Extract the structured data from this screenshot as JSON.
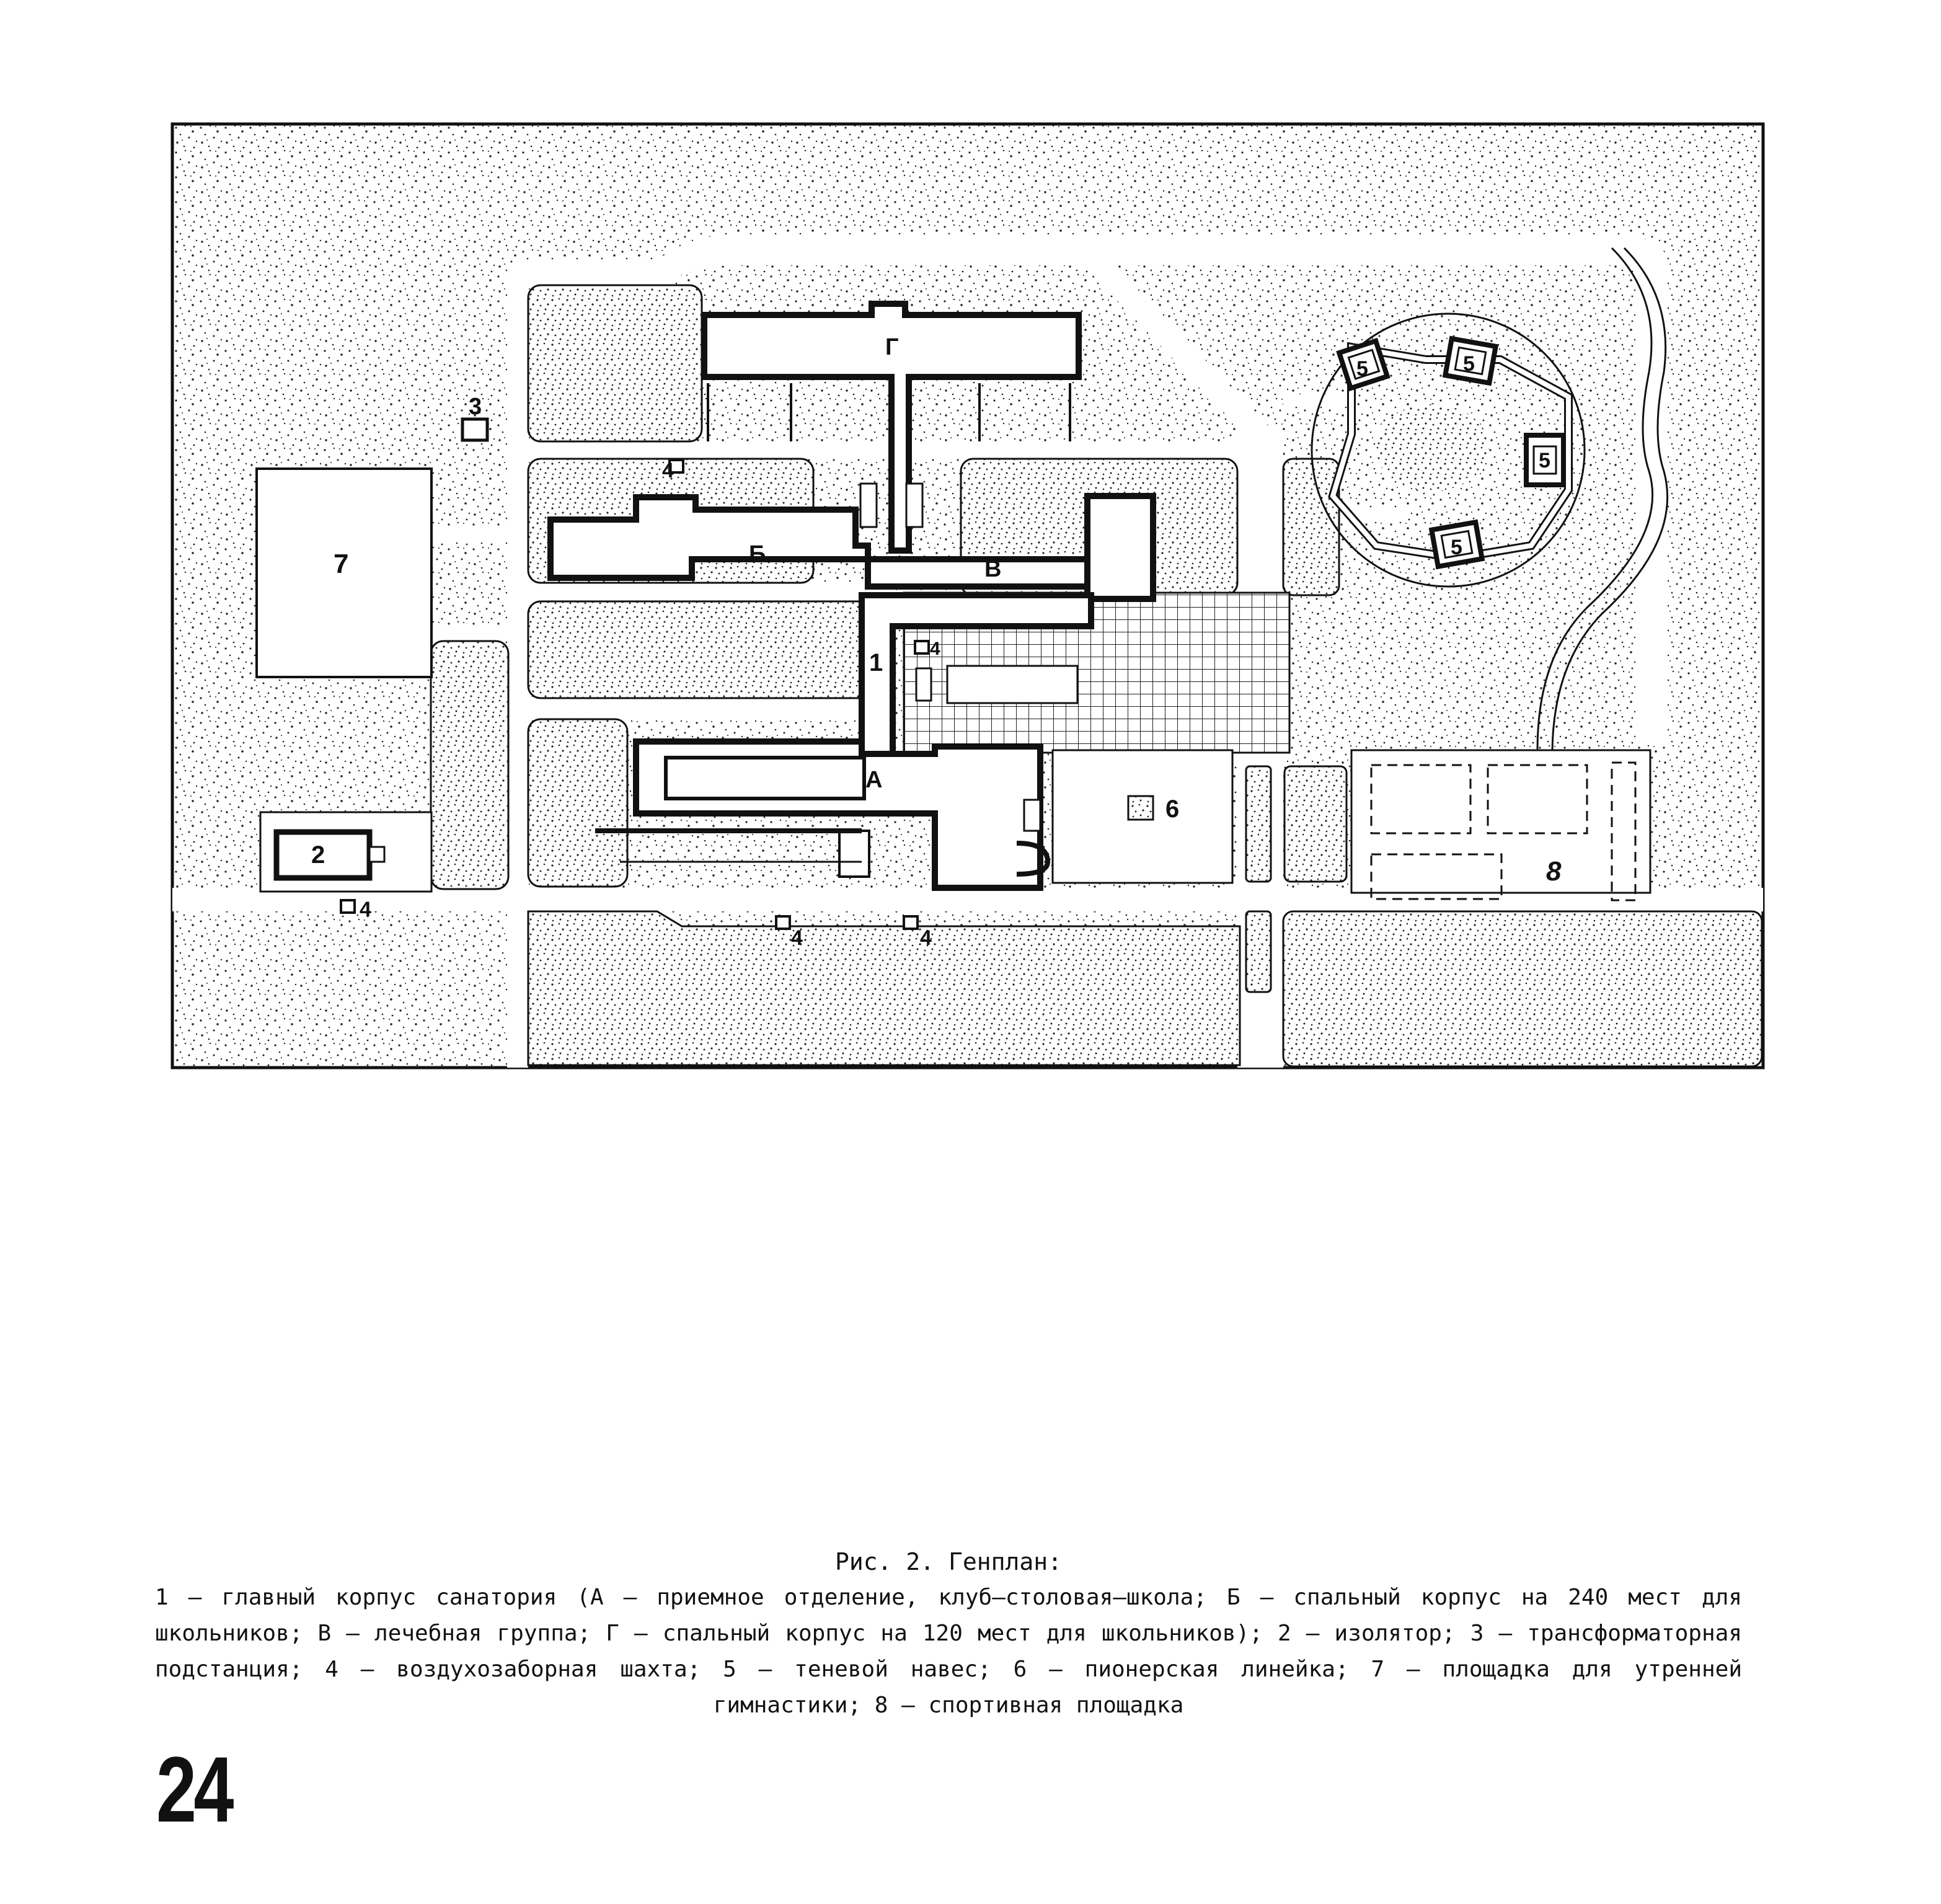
{
  "figure": {
    "labels": {
      "building_g": "Г",
      "building_b": "Б",
      "building_v": "В",
      "building_a": "А",
      "main_building": "1",
      "isolator": "2",
      "substation": "3",
      "shaft": "4",
      "canopy": "5",
      "pioneer_line": "6",
      "gym_ground": "7",
      "sports_ground": "8"
    }
  },
  "caption": {
    "title": "Рис. 2. Генплан:",
    "body": "1 – главный корпус санатория (А – приемное отделение, клуб–столовая–школа; Б – спальный корпус на 240 мест для школьников; В – лечебная группа; Г – спальный корпус на 120 мест для школьников); 2 – изолятор; 3 – трансформаторная подстанция; 4 – воздухозаборная шахта; 5 – теневой навес; 6 – пионерская линейка; 7 – площадка для утренней гимнастики; 8 – спортивная площадка"
  },
  "page_number": "24"
}
